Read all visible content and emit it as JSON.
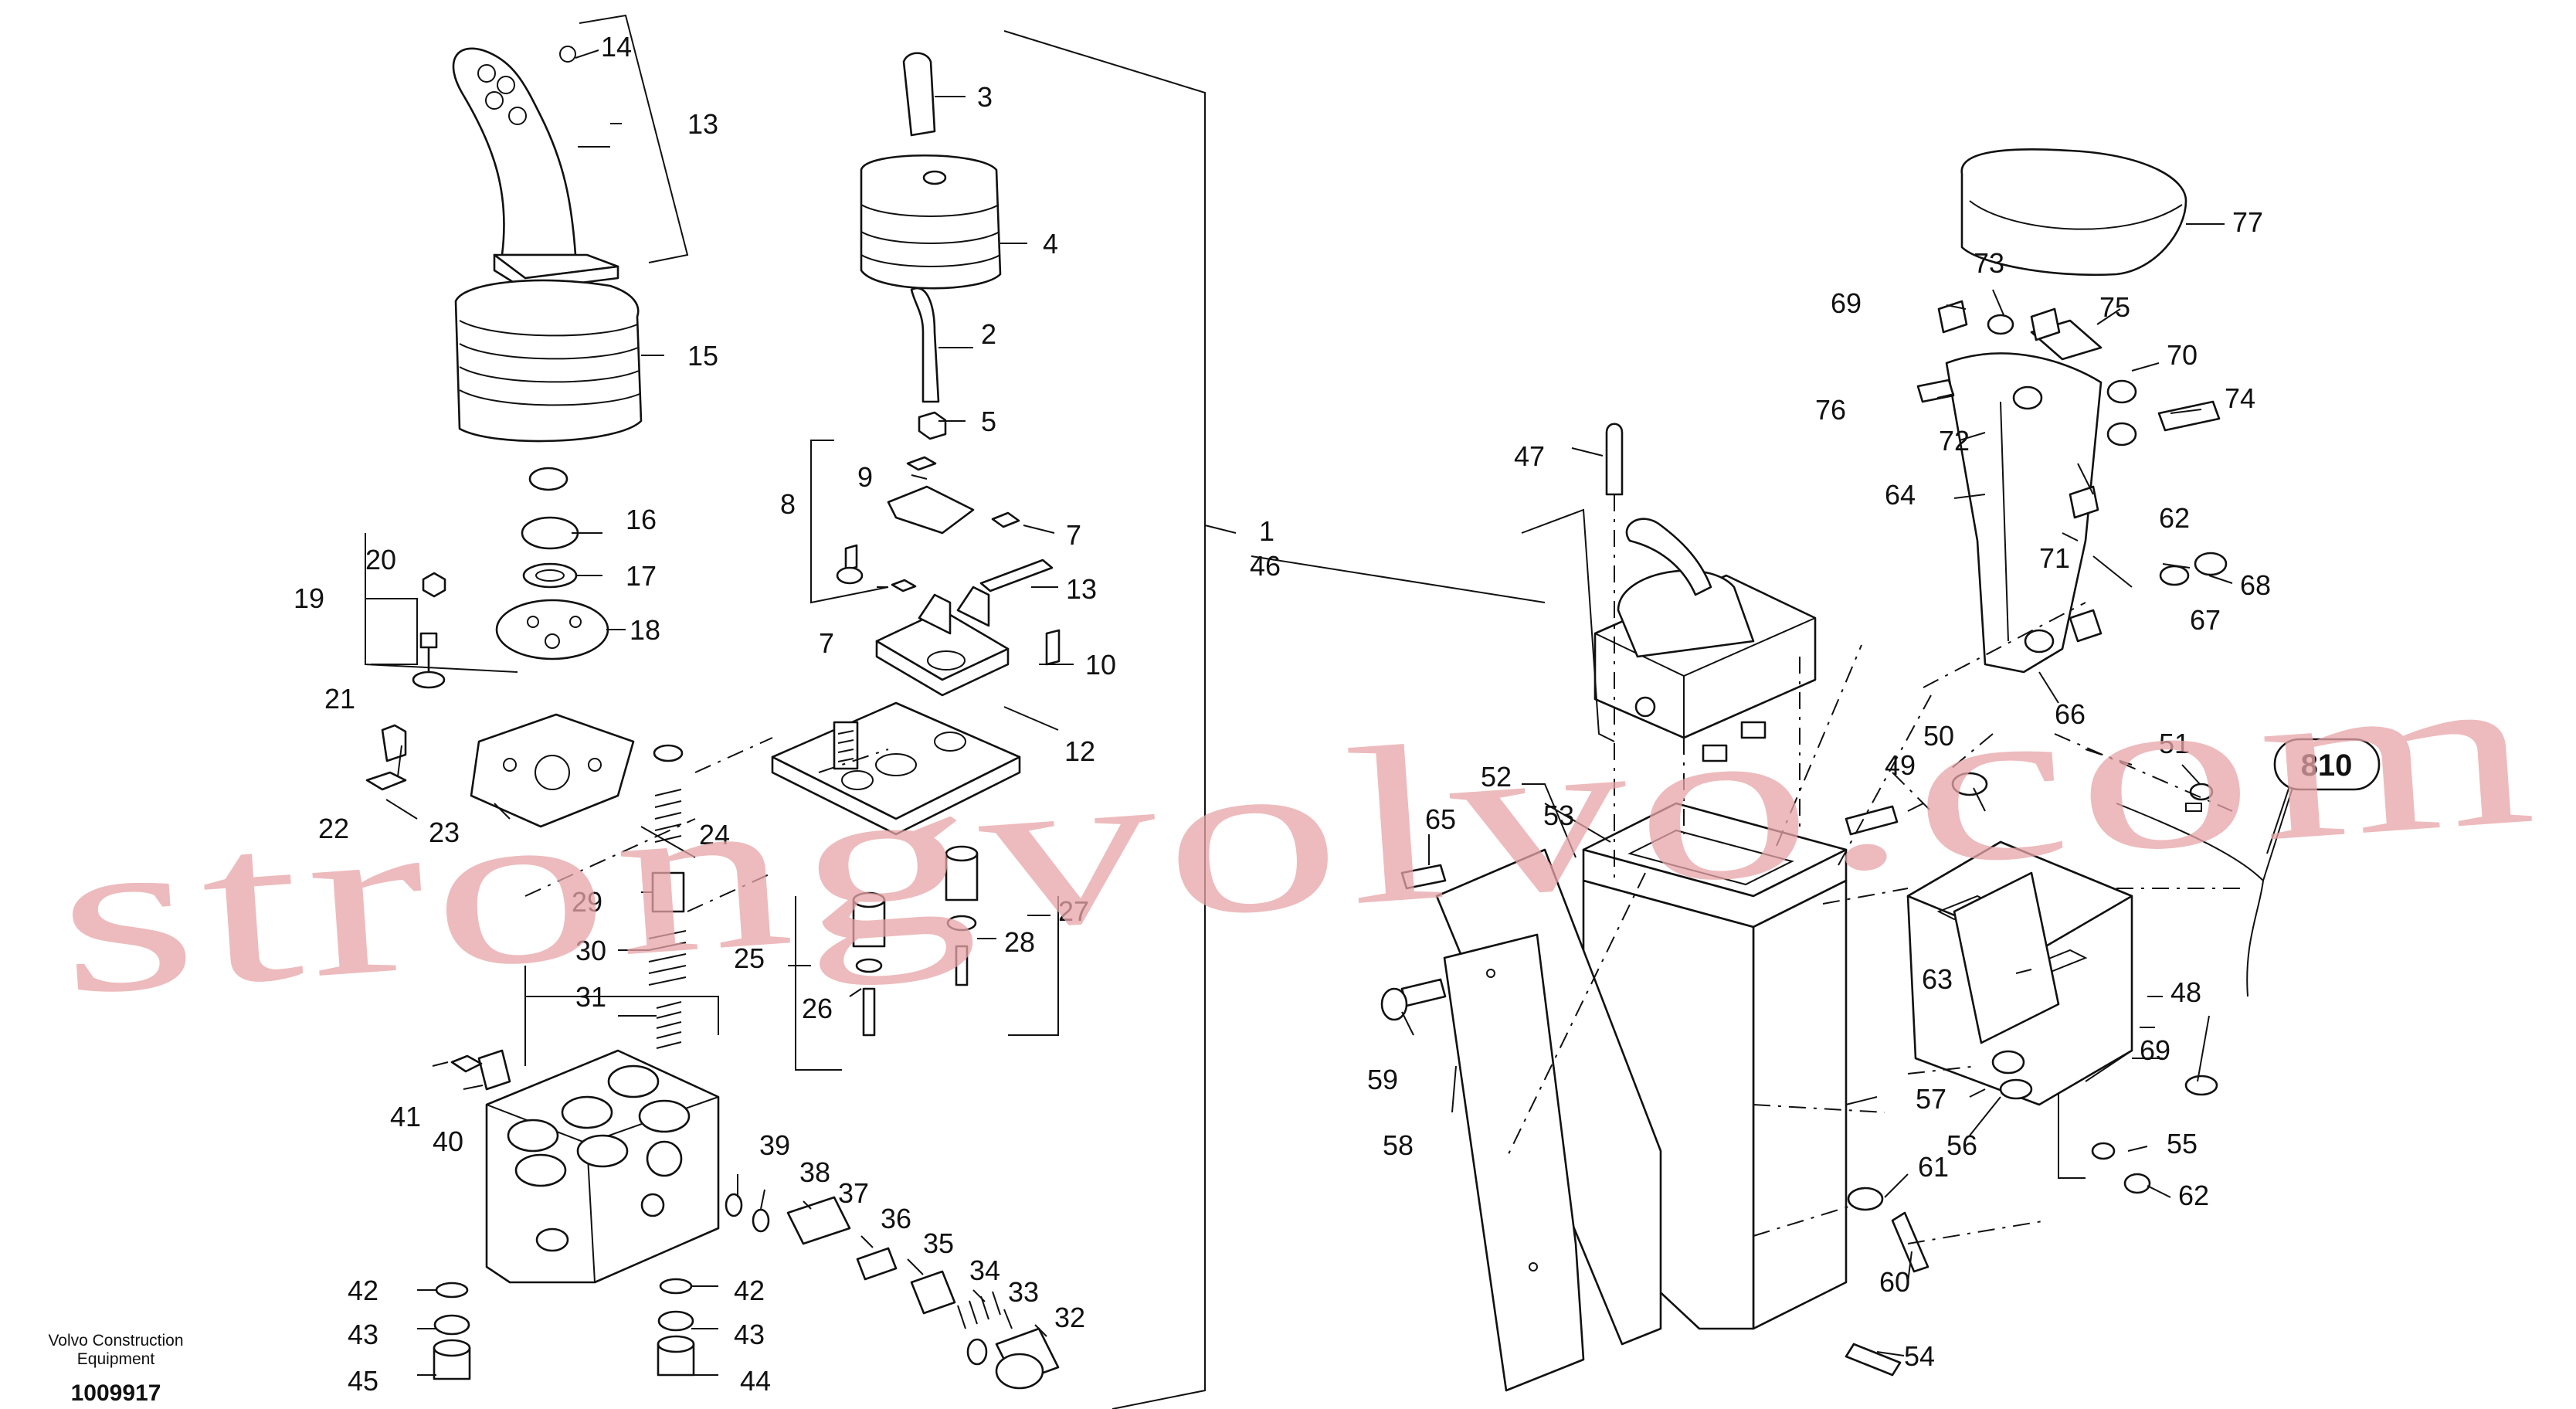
{
  "diagram": {
    "callouts": [
      {
        "id": "c14",
        "text": "14"
      },
      {
        "id": "c13a",
        "text": "13"
      },
      {
        "id": "c15",
        "text": "15"
      },
      {
        "id": "c16",
        "text": "16"
      },
      {
        "id": "c17",
        "text": "17"
      },
      {
        "id": "c18",
        "text": "18"
      },
      {
        "id": "c19",
        "text": "19"
      },
      {
        "id": "c20",
        "text": "20"
      },
      {
        "id": "c21",
        "text": "21"
      },
      {
        "id": "c22",
        "text": "22"
      },
      {
        "id": "c23",
        "text": "23"
      },
      {
        "id": "c24",
        "text": "24"
      },
      {
        "id": "c29",
        "text": "29"
      },
      {
        "id": "c30",
        "text": "30"
      },
      {
        "id": "c31",
        "text": "31"
      },
      {
        "id": "c41",
        "text": "41"
      },
      {
        "id": "c40",
        "text": "40"
      },
      {
        "id": "c42a",
        "text": "42"
      },
      {
        "id": "c43a",
        "text": "43"
      },
      {
        "id": "c45",
        "text": "45"
      },
      {
        "id": "c42b",
        "text": "42"
      },
      {
        "id": "c43b",
        "text": "43"
      },
      {
        "id": "c44",
        "text": "44"
      },
      {
        "id": "c39",
        "text": "39"
      },
      {
        "id": "c38",
        "text": "38"
      },
      {
        "id": "c37",
        "text": "37"
      },
      {
        "id": "c36",
        "text": "36"
      },
      {
        "id": "c35",
        "text": "35"
      },
      {
        "id": "c34",
        "text": "34"
      },
      {
        "id": "c33",
        "text": "33"
      },
      {
        "id": "c32",
        "text": "32"
      },
      {
        "id": "c3",
        "text": "3"
      },
      {
        "id": "c4",
        "text": "4"
      },
      {
        "id": "c2",
        "text": "2"
      },
      {
        "id": "c5",
        "text": "5"
      },
      {
        "id": "c8",
        "text": "8"
      },
      {
        "id": "c9",
        "text": "9"
      },
      {
        "id": "c7a",
        "text": "7"
      },
      {
        "id": "c13b",
        "text": "13"
      },
      {
        "id": "c7b",
        "text": "7"
      },
      {
        "id": "c10",
        "text": "10"
      },
      {
        "id": "c12",
        "text": "12"
      },
      {
        "id": "c25",
        "text": "25"
      },
      {
        "id": "c26",
        "text": "26"
      },
      {
        "id": "c28",
        "text": "28"
      },
      {
        "id": "c27",
        "text": "27"
      },
      {
        "id": "c1",
        "text": "1"
      },
      {
        "id": "c46",
        "text": "46"
      },
      {
        "id": "c47",
        "text": "47"
      },
      {
        "id": "c52",
        "text": "52"
      },
      {
        "id": "c53",
        "text": "53"
      },
      {
        "id": "c65",
        "text": "65"
      },
      {
        "id": "c59",
        "text": "59"
      },
      {
        "id": "c58",
        "text": "58"
      },
      {
        "id": "c54",
        "text": "54"
      },
      {
        "id": "c60",
        "text": "60"
      },
      {
        "id": "c61",
        "text": "61"
      },
      {
        "id": "c57",
        "text": "57"
      },
      {
        "id": "c56",
        "text": "56"
      },
      {
        "id": "c55",
        "text": "55"
      },
      {
        "id": "c62b",
        "text": "62"
      },
      {
        "id": "c69b",
        "text": "69"
      },
      {
        "id": "c48",
        "text": "48"
      },
      {
        "id": "c63",
        "text": "63"
      },
      {
        "id": "c49",
        "text": "49"
      },
      {
        "id": "c50",
        "text": "50"
      },
      {
        "id": "c51",
        "text": "51"
      },
      {
        "id": "c77",
        "text": "77"
      },
      {
        "id": "c73",
        "text": "73"
      },
      {
        "id": "c69a",
        "text": "69"
      },
      {
        "id": "c75",
        "text": "75"
      },
      {
        "id": "c70",
        "text": "70"
      },
      {
        "id": "c74",
        "text": "74"
      },
      {
        "id": "c76",
        "text": "76"
      },
      {
        "id": "c72",
        "text": "72"
      },
      {
        "id": "c64",
        "text": "64"
      },
      {
        "id": "c62a",
        "text": "62"
      },
      {
        "id": "c71",
        "text": "71"
      },
      {
        "id": "c68",
        "text": "68"
      },
      {
        "id": "c67",
        "text": "67"
      },
      {
        "id": "c66",
        "text": "66"
      }
    ],
    "reference_label": "810",
    "manufacturer": [
      "Volvo Construction",
      "Equipment"
    ],
    "document_number": "1009917",
    "watermark_text": "strongvolvo.com",
    "watermark_color": "#e8a5a8"
  }
}
